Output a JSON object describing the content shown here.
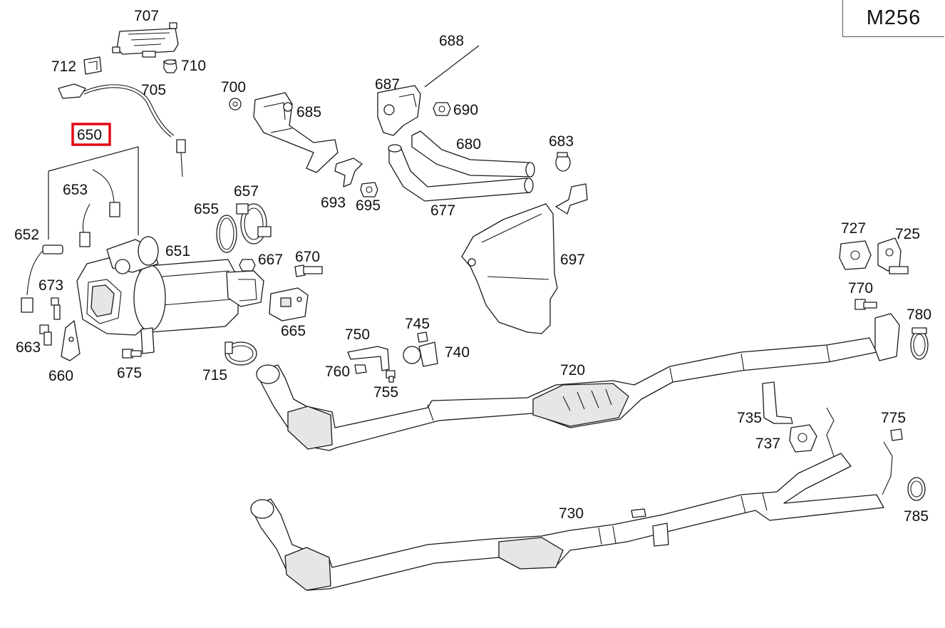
{
  "model_label": "M256",
  "highlight": {
    "part": "650",
    "color": "#e30613"
  },
  "labels": {
    "p707": "707",
    "p712": "712",
    "p710": "710",
    "p705": "705",
    "p650": "650",
    "p653": "653",
    "p652": "652",
    "p651": "651",
    "p673": "673",
    "p663": "663",
    "p660": "660",
    "p675": "675",
    "p700": "700",
    "p685": "685",
    "p693": "693",
    "p695": "695",
    "p655": "655",
    "p657": "657",
    "p667": "667",
    "p670": "670",
    "p665": "665",
    "p715": "715",
    "p688": "688",
    "p687": "687",
    "p690": "690",
    "p680": "680",
    "p683": "683",
    "p677": "677",
    "p697": "697",
    "p750": "750",
    "p745": "745",
    "p740": "740",
    "p760": "760",
    "p755": "755",
    "p720": "720",
    "p727": "727",
    "p725": "725",
    "p770": "770",
    "p780": "780",
    "p735": "735",
    "p737": "737",
    "p775": "775",
    "p785": "785",
    "p730": "730"
  }
}
